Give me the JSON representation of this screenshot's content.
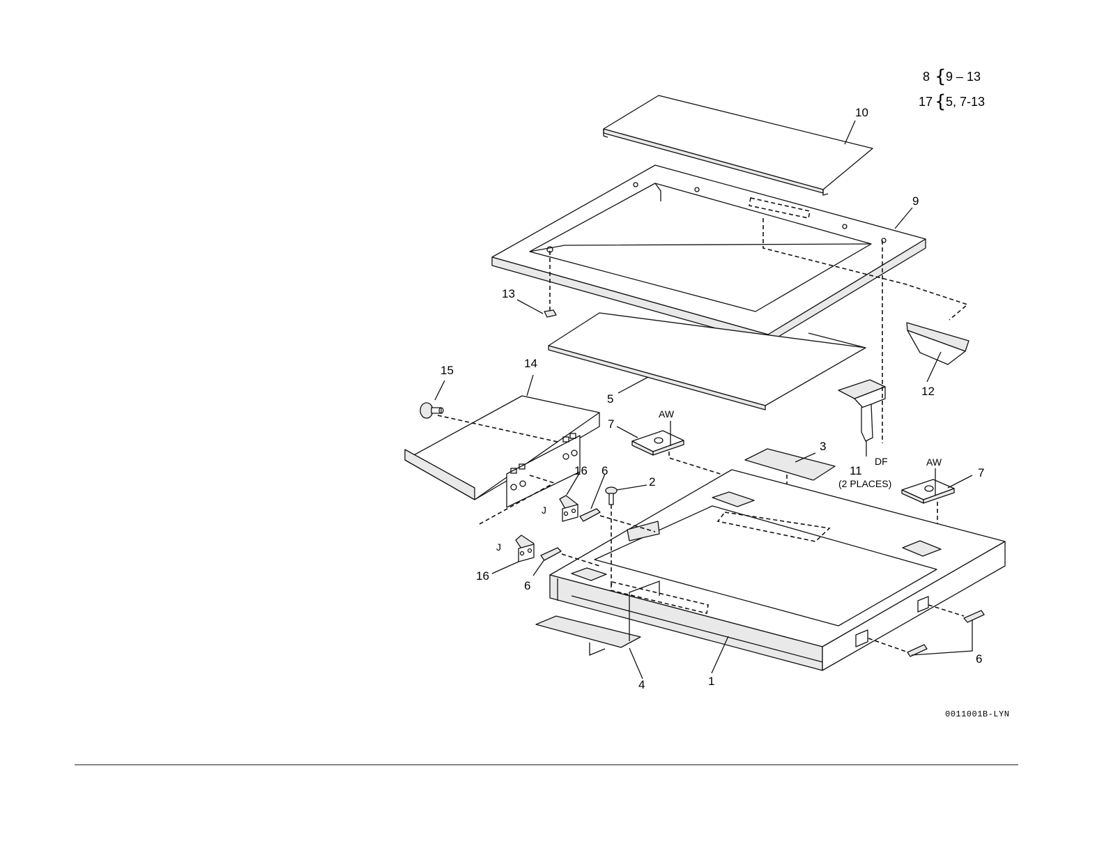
{
  "kits": [
    {
      "parent": "8",
      "contents": "9 – 13"
    },
    {
      "parent": "17",
      "contents": "5, 7-13"
    }
  ],
  "callouts": {
    "c1": "1",
    "c2": "2",
    "c3": "3",
    "c4": "4",
    "c5": "5",
    "c6a": "6",
    "c6b": "6",
    "c6c": "6",
    "c7a": "7",
    "c7b": "7",
    "c9": "9",
    "c10": "10",
    "c11": "11",
    "c12": "12",
    "c13": "13",
    "c14": "14",
    "c15": "15",
    "c16a": "16",
    "c16b": "16"
  },
  "notes": {
    "aw_left": "AW",
    "aw_right": "AW",
    "df": "DF",
    "two_places": "(2 PLACES)",
    "j_upper": "J",
    "j_lower": "J"
  },
  "figure_ref": "0011001B-LYN"
}
